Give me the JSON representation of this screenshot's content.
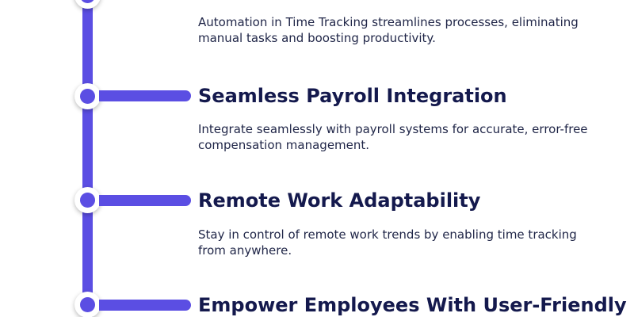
{
  "timeline": {
    "items": [
      {
        "title": "",
        "description": "Automation in Time Tracking streamlines processes, eliminating manual tasks and boosting productivity."
      },
      {
        "title": "Seamless Payroll Integration",
        "description": "Integrate seamlessly with payroll systems for accurate, error-free compensation management."
      },
      {
        "title": "Remote Work Adaptability",
        "description": "Stay in control of remote work trends by enabling time tracking from anywhere."
      },
      {
        "title": "Empower Employees With User-Friendly",
        "description": ""
      }
    ],
    "accent_color": "#5b4ee3",
    "title_color": "#14194d"
  }
}
